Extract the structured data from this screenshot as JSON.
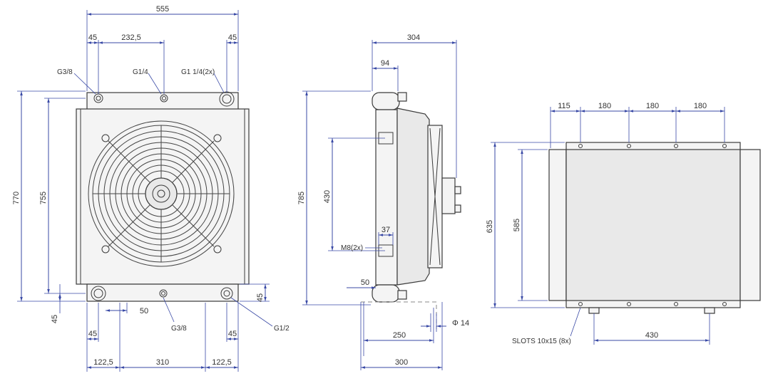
{
  "front_view": {
    "dims": {
      "overall_width": "555",
      "left_offset": "45",
      "center_offset": "232,5",
      "right_offset": "45",
      "overall_height": "770",
      "body_height": "755",
      "bottom_45a": "45",
      "bottom_45b": "45",
      "bottom_45c": "45",
      "gap_50": "50",
      "side_45": "45",
      "bottom_122a": "122,5",
      "bottom_310": "310",
      "bottom_122b": "122,5"
    },
    "ports": {
      "top_left": "G3/8",
      "top_center": "G1/4",
      "top_right": "G1 1/4(2x)",
      "bottom_center": "G3/8",
      "bottom_right": "G1/2"
    }
  },
  "side_view": {
    "dims": {
      "depth": "304",
      "offset_94": "94",
      "height_785": "785",
      "mount_430": "430",
      "m8": "M8(2x)",
      "d37": "37",
      "d50": "50",
      "d250": "250",
      "d300": "300",
      "phi14": "Φ 14"
    }
  },
  "bottom_view": {
    "dims": {
      "d115": "115",
      "d180a": "180",
      "d180b": "180",
      "d180c": "180",
      "d635": "635",
      "d585": "585",
      "slots": "SLOTS 10x15 (8x)",
      "d430": "430"
    }
  }
}
